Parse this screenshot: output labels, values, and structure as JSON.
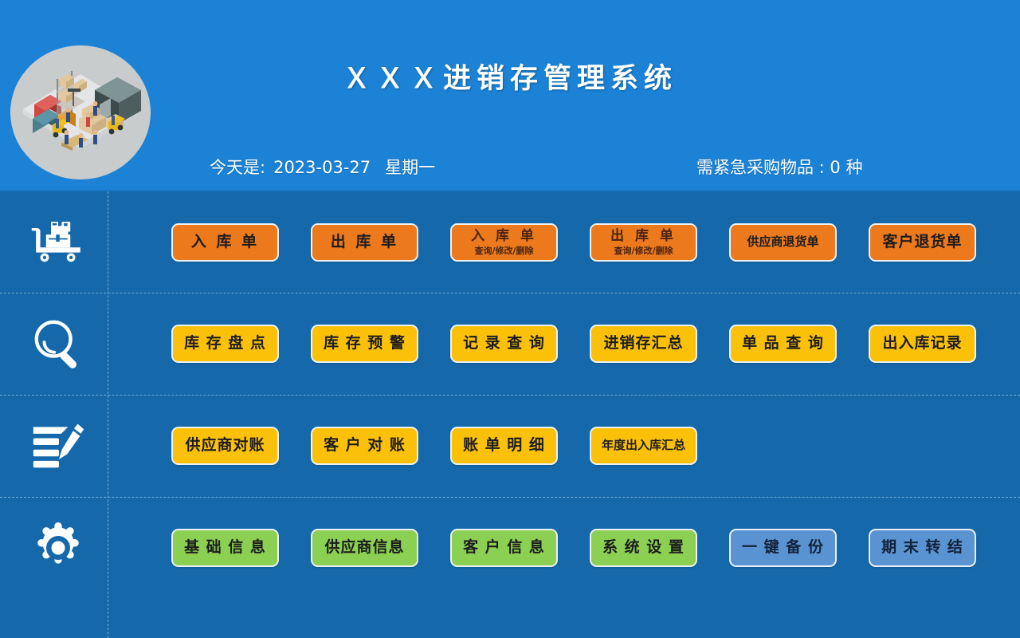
{
  "header": {
    "title": "ＸＸＸ进销存管理系统",
    "logo_icon": "warehouse-isometric-illustration",
    "today_label": "今天是:",
    "today_date": "2023-03-27",
    "today_weekday": "星期一",
    "urgent_text": "需紧急采购物品 : 0 种",
    "background_color": "#1b82d6"
  },
  "board": {
    "background_color": "#1569ab",
    "grid_line_color": "#74a8d0"
  },
  "rows": [
    {
      "icon": "pallet-truck-boxes-icon",
      "buttons": [
        {
          "l1": "入 库 单",
          "l2": "",
          "style": "orange"
        },
        {
          "l1": "出 库 单",
          "l2": "",
          "style": "orange"
        },
        {
          "l1": "入 库 单",
          "l2": "查询/修改/删除",
          "style": "orange sub"
        },
        {
          "l1": "出 库 单",
          "l2": "查询/修改/删除",
          "style": "orange sub"
        },
        {
          "l1": "供应商退货单",
          "l2": "",
          "style": "orange tiny"
        },
        {
          "l1": "客户退货单",
          "l2": "",
          "style": "orange tight"
        }
      ]
    },
    {
      "icon": "magnifier-search-icon",
      "buttons": [
        {
          "l1": "库 存 盘 点",
          "l2": "",
          "style": "yellow tight"
        },
        {
          "l1": "库 存 预 警",
          "l2": "",
          "style": "yellow tight"
        },
        {
          "l1": "记 录 查 询",
          "l2": "",
          "style": "yellow tight"
        },
        {
          "l1": "进销存汇总",
          "l2": "",
          "style": "yellow tight"
        },
        {
          "l1": "单 品 查 询",
          "l2": "",
          "style": "yellow tight"
        },
        {
          "l1": "出入库记录",
          "l2": "",
          "style": "yellow tight"
        }
      ]
    },
    {
      "icon": "list-edit-pencil-icon",
      "buttons": [
        {
          "l1": "供应商对账",
          "l2": "",
          "style": "yellow tight"
        },
        {
          "l1": "客 户 对 账",
          "l2": "",
          "style": "yellow tight"
        },
        {
          "l1": "账 单 明 细",
          "l2": "",
          "style": "yellow tight"
        },
        {
          "l1": "年度出入库汇总",
          "l2": "",
          "style": "yellow tiny"
        },
        {
          "l1": "",
          "l2": "",
          "style": "placeholder"
        },
        {
          "l1": "",
          "l2": "",
          "style": "placeholder"
        }
      ]
    },
    {
      "icon": "gear-settings-icon",
      "buttons": [
        {
          "l1": "基 础 信 息",
          "l2": "",
          "style": "green tight"
        },
        {
          "l1": "供应商信息",
          "l2": "",
          "style": "green tight"
        },
        {
          "l1": "客 户 信 息",
          "l2": "",
          "style": "green tight"
        },
        {
          "l1": "系 统 设 置",
          "l2": "",
          "style": "green tight"
        },
        {
          "l1": "一 键 备 份",
          "l2": "",
          "style": "blue tight"
        },
        {
          "l1": "期 末 转 结",
          "l2": "",
          "style": "blue tight"
        }
      ]
    }
  ],
  "colors": {
    "orange": "#ec7a1c",
    "yellow": "#fbc108",
    "green": "#8bd052",
    "blue_button": "#5a93d2",
    "header_blue": "#1b82d6",
    "body_blue": "#1569ab"
  }
}
